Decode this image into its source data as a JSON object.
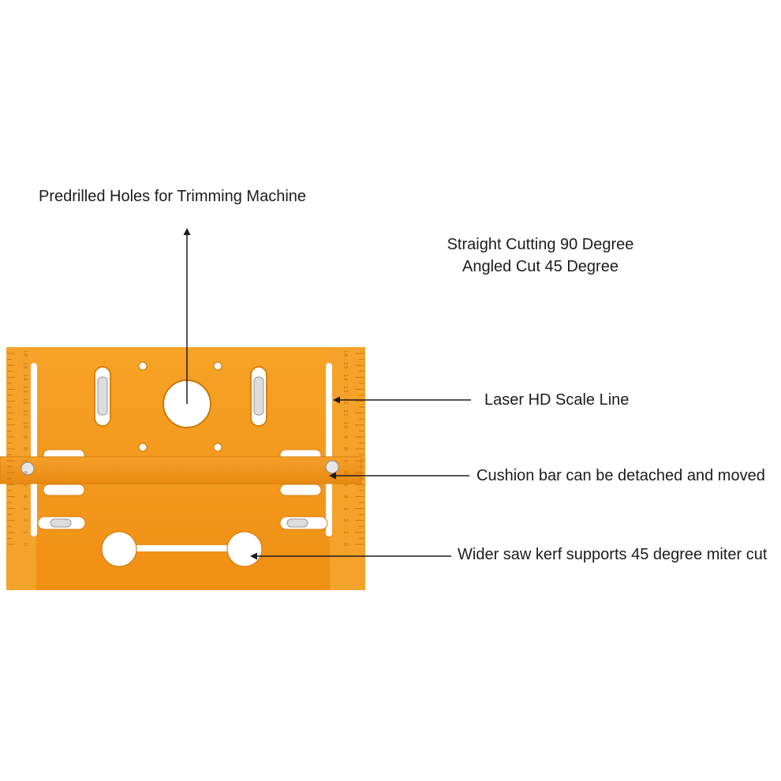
{
  "annotations": {
    "predrilled_holes": "Predrilled Holes for Trimming Machine",
    "cutting_line1": "Straight Cutting 90 Degree",
    "cutting_line2": "Angled Cut 45 Degree",
    "scale_line": "Laser HD Scale Line",
    "cushion_bar": "Cushion bar can be detached and moved",
    "saw_kerf": "Wider saw kerf supports 45 degree miter cut"
  },
  "ruler": {
    "left_marks": [
      "16",
      "15",
      "14",
      "13",
      "12",
      "11",
      "10",
      "9",
      "8",
      "7",
      "6",
      "5",
      "4",
      "3",
      "2",
      "1",
      "0"
    ],
    "right_marks": [
      "16",
      "15",
      "14",
      "13",
      "12",
      "11",
      "10",
      "9",
      "8",
      "7",
      "6",
      "5",
      "4",
      "3",
      "2",
      "1",
      "0"
    ]
  },
  "colors": {
    "plate": "#f39a1c",
    "plate_edge": "#e0860a",
    "hole": "#ffffff",
    "text": "#1c1c1c",
    "ruler_text": "#c86e08"
  }
}
